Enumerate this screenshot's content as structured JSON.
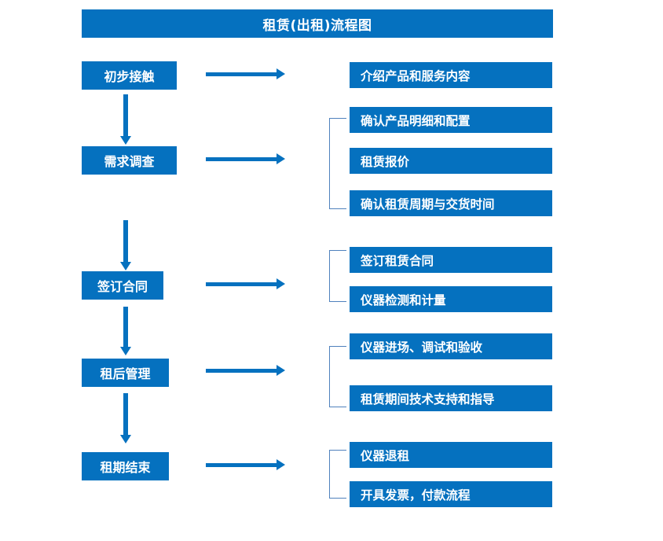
{
  "diagram": {
    "title": "租赁(出租)流程图",
    "colors": {
      "box_fill": "#0571bf",
      "box_text": "#ffffff",
      "arrow": "#0571bf",
      "bracket": "#4f81bd",
      "background": "#ffffff"
    },
    "stages": [
      {
        "id": "stage-1",
        "label": "初步接触",
        "details": [
          "介绍产品和服务内容"
        ]
      },
      {
        "id": "stage-2",
        "label": "需求调查",
        "details": [
          "确认产品明细和配置",
          "租赁报价",
          "确认租赁周期与交货时间"
        ]
      },
      {
        "id": "stage-3",
        "label": "签订合同",
        "details": [
          "签订租赁合同",
          "仪器检测和计量"
        ]
      },
      {
        "id": "stage-4",
        "label": "租后管理",
        "details": [
          "仪器进场、调试和验收",
          "租赁期间技术支持和指导"
        ]
      },
      {
        "id": "stage-5",
        "label": "租期结束",
        "details": [
          "仪器退租",
          "开具发票，付款流程"
        ]
      }
    ]
  }
}
